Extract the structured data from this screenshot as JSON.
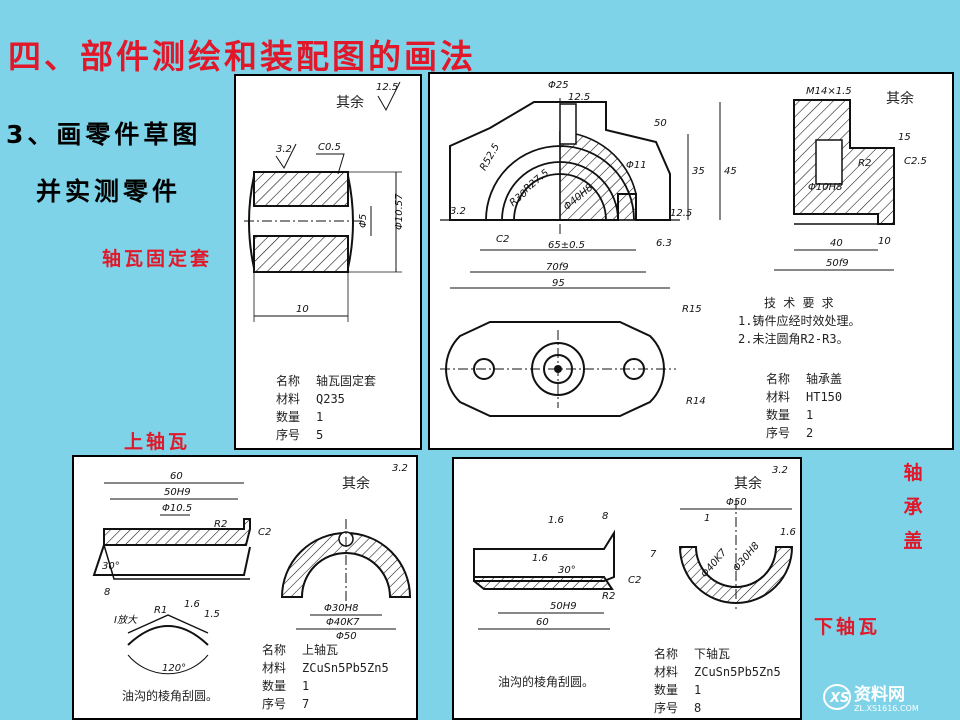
{
  "title": "四、部件测绘和装配图的画法",
  "subtitle_1": "3、画零件草图",
  "subtitle_2": "并实测零件",
  "labels": {
    "fixing_sleeve": "轴瓦固定套",
    "upper_bushing": "上轴瓦",
    "bearing_cap": "轴承盖",
    "lower_bushing": "下轴瓦"
  },
  "common_text": {
    "others": "其余",
    "name_key": "名称",
    "material_key": "材料",
    "qty_key": "数量",
    "seq_key": "序号",
    "oil_groove_note": "油沟的棱角刮圆。"
  },
  "panel_sleeve": {
    "roughness_other": "12.5",
    "roughness_1": "3.2",
    "chamfer": "C0.5",
    "dim_bore": "Φ5",
    "dim_outer": "Φ10.57",
    "dim_length": "10",
    "name": "轴瓦固定套",
    "material": "Q235",
    "qty": "1",
    "seq": "5"
  },
  "panel_cap": {
    "roughness_other": "",
    "thread": "M14×1.5",
    "tech_req_title": "技 术 要 求",
    "tech_req_1": "1.铸件应经时效处理。",
    "tech_req_2": "2.未注圆角R2-R3。",
    "dims": [
      "Φ25",
      "12.5",
      "50",
      "R52.5",
      "R27.5",
      "R30",
      "Φ40H8",
      "Φ11",
      "C2",
      "65±0.5",
      "70f9",
      "95",
      "3.2",
      "12.5",
      "6.3",
      "45",
      "35",
      "R15",
      "R14",
      "40",
      "50f9",
      "10",
      "15",
      "C2.5",
      "Φ10H8",
      "R2"
    ],
    "name": "轴承盖",
    "material": "HT150",
    "qty": "1",
    "seq": "2"
  },
  "panel_upper": {
    "roughness_other": "3.2",
    "dims": [
      "60",
      "50H9",
      "Φ10.5",
      "R2",
      "C2",
      "30°",
      "8",
      "R1",
      "1.6",
      "1.5",
      "I放大",
      "120°",
      "Φ30H8",
      "Φ40K7",
      "Φ50"
    ],
    "name": "上轴瓦",
    "material": "ZCuSn5Pb5Zn5",
    "qty": "1",
    "seq": "7"
  },
  "panel_lower": {
    "roughness_other": "3.2",
    "dims": [
      "1.6",
      "8",
      "1.6",
      "30°",
      "C2",
      "R2",
      "50H9",
      "60",
      "Φ50",
      "1",
      "7",
      "Φ40K7",
      "Φ30H8",
      "1.6"
    ],
    "name": "下轴瓦",
    "material": "ZCuSn5Pb5Zn5",
    "qty": "1",
    "seq": "8"
  },
  "logo": {
    "text": "资料网",
    "url_text": "ZL.XS1616.COM"
  },
  "colors": {
    "background": "#7fd3e8",
    "accent_red": "#e0182a"
  }
}
